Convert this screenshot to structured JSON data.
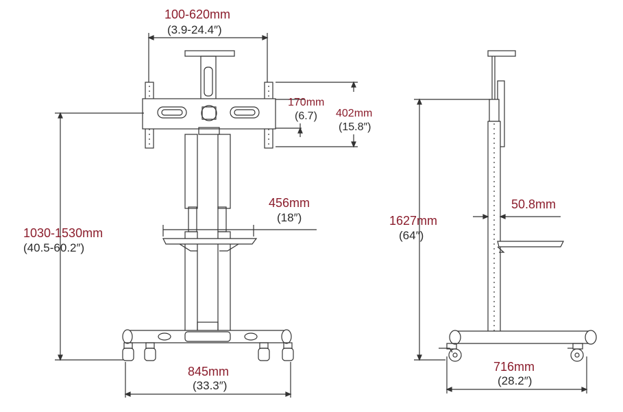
{
  "colors": {
    "accent": "#8b1d2c",
    "ink": "#2a2a2a",
    "line": "#333333"
  },
  "dimensions": {
    "vesa_width": {
      "mm": "100-620mm",
      "in": "(3.9-24.4″)"
    },
    "bracket_small": {
      "mm": "170mm",
      "in": "(6.7)"
    },
    "vesa_height": {
      "mm": "402mm",
      "in": "(15.8″)"
    },
    "shelf_width": {
      "mm": "456mm",
      "in": "(18″)"
    },
    "height_range": {
      "mm": "1030-1530mm",
      "in": "(40.5-60.2″)"
    },
    "base_width": {
      "mm": "845mm",
      "in": "(33.3″)"
    },
    "total_height": {
      "mm": "1627mm",
      "in": "(64″)"
    },
    "pole_diameter": {
      "mm": "50.8mm"
    },
    "base_depth": {
      "mm": "716mm",
      "in": "(28.2″)"
    }
  }
}
